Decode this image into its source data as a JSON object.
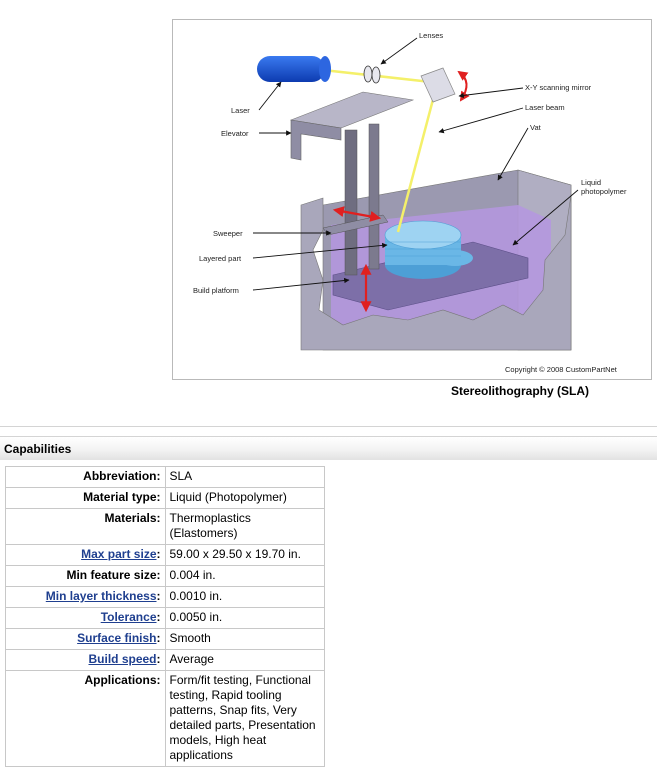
{
  "figure": {
    "labels": {
      "lenses": "Lenses",
      "laser": "Laser",
      "xy_mirror": "X-Y scanning mirror",
      "laser_beam": "Laser beam",
      "elevator": "Elevator",
      "vat": "Vat",
      "liquid_photopolymer_1": "Liquid",
      "liquid_photopolymer_2": "photopolymer",
      "sweeper": "Sweeper",
      "layered_part": "Layered part",
      "build_platform": "Build platform",
      "copyright": "Copyright © 2008 CustomPartNet"
    },
    "caption": "Stereolithography (SLA)"
  },
  "section": {
    "title": "Capabilities"
  },
  "capabilities": {
    "rows": [
      {
        "label": "Abbreviation:",
        "value": "SLA"
      },
      {
        "label": "Material type:",
        "value": "Liquid (Photopolymer)"
      },
      {
        "label": "Materials:",
        "value": "Thermoplastics (Elastomers)"
      },
      {
        "label": "Max part size",
        "value": "59.00 x 29.50 x 19.70 in."
      },
      {
        "label": "Min feature size:",
        "value": "0.004 in."
      },
      {
        "label": "Min layer thickness",
        "value": "0.0010 in."
      },
      {
        "label": "Tolerance",
        "value": "0.0050 in."
      },
      {
        "label": "Surface finish",
        "value": "Smooth"
      },
      {
        "label": "Build speed",
        "value": "Average"
      },
      {
        "label": "Applications:",
        "value": "Form/fit testing, Functional testing, Rapid tooling patterns, Snap fits, Very detailed parts, Presentation models, High heat applications"
      }
    ]
  },
  "colors": {
    "link": "#1f3f8f",
    "laser_body": "#1a4fd0",
    "beam": "#f4f06a",
    "photopolymer": "#b596e0",
    "part": "#6ab7e6",
    "arrow_red": "#e02020"
  }
}
